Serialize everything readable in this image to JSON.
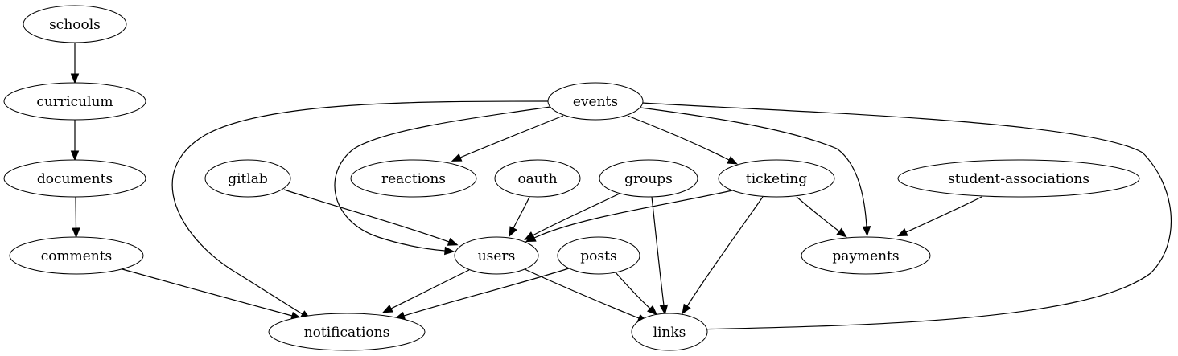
{
  "graph": {
    "nodes": [
      {
        "id": "schools",
        "label": "schools"
      },
      {
        "id": "curriculum",
        "label": "curriculum"
      },
      {
        "id": "documents",
        "label": "documents"
      },
      {
        "id": "comments",
        "label": "comments"
      },
      {
        "id": "notifications",
        "label": "notifications"
      },
      {
        "id": "events",
        "label": "events"
      },
      {
        "id": "gitlab",
        "label": "gitlab"
      },
      {
        "id": "reactions",
        "label": "reactions"
      },
      {
        "id": "oauth",
        "label": "oauth"
      },
      {
        "id": "groups",
        "label": "groups"
      },
      {
        "id": "ticketing",
        "label": "ticketing"
      },
      {
        "id": "student-associations",
        "label": "student-associations"
      },
      {
        "id": "users",
        "label": "users"
      },
      {
        "id": "posts",
        "label": "posts"
      },
      {
        "id": "payments",
        "label": "payments"
      },
      {
        "id": "links",
        "label": "links"
      }
    ],
    "edges": [
      {
        "from": "schools",
        "to": "curriculum"
      },
      {
        "from": "curriculum",
        "to": "documents"
      },
      {
        "from": "documents",
        "to": "comments"
      },
      {
        "from": "comments",
        "to": "notifications"
      },
      {
        "from": "events",
        "to": "notifications"
      },
      {
        "from": "events",
        "to": "users"
      },
      {
        "from": "events",
        "to": "reactions"
      },
      {
        "from": "events",
        "to": "ticketing"
      },
      {
        "from": "events",
        "to": "payments"
      },
      {
        "from": "events",
        "to": "links"
      },
      {
        "from": "gitlab",
        "to": "users"
      },
      {
        "from": "oauth",
        "to": "users"
      },
      {
        "from": "groups",
        "to": "users"
      },
      {
        "from": "groups",
        "to": "links"
      },
      {
        "from": "ticketing",
        "to": "users"
      },
      {
        "from": "ticketing",
        "to": "links"
      },
      {
        "from": "ticketing",
        "to": "payments"
      },
      {
        "from": "student-associations",
        "to": "payments"
      },
      {
        "from": "users",
        "to": "notifications"
      },
      {
        "from": "users",
        "to": "links"
      },
      {
        "from": "posts",
        "to": "notifications"
      },
      {
        "from": "posts",
        "to": "links"
      }
    ]
  }
}
